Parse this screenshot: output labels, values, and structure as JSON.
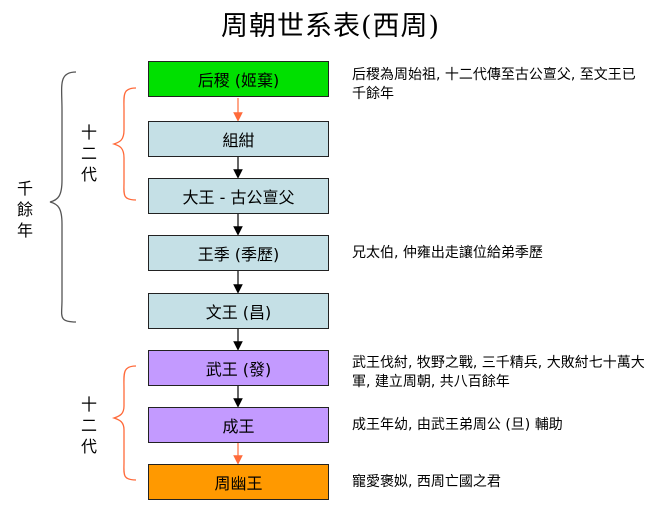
{
  "title": "周朝世系表(西周)",
  "colors": {
    "green": "#00e000",
    "light_blue": "#c5e0e6",
    "purple": "#c39aff",
    "orange": "#ff9900",
    "bracket_orange": "#ff6a3a",
    "bracket_gray": "#555555"
  },
  "nodes": [
    {
      "label": "后稷 (姬棄)",
      "color": "green"
    },
    {
      "label": "組紺",
      "color": "light_blue"
    },
    {
      "label": "大王 - 古公亶父",
      "color": "light_blue"
    },
    {
      "label": "王季 (季歷)",
      "color": "light_blue"
    },
    {
      "label": "文王 (昌)",
      "color": "light_blue"
    },
    {
      "label": "武王 (發)",
      "color": "purple"
    },
    {
      "label": "成王",
      "color": "purple"
    },
    {
      "label": "周幽王",
      "color": "orange"
    }
  ],
  "notes": {
    "houji": "后稷為周始祖, 十二代傳至古公亶父, 至文王已千餘年",
    "wangji": "兄太伯, 仲雍出走讓位給弟季歷",
    "wuwang": "武王伐紂, 牧野之戰, 三千精兵, 大敗紂七十萬大軍, 建立周朝, 共八百餘年",
    "chengwang": "成王年幼, 由武王弟周公 (旦) 輔助",
    "youwang": "寵愛褒姒, 西周亡國之君"
  },
  "brackets": {
    "outer": [
      "千",
      "餘",
      "年"
    ],
    "upper": [
      "十",
      "二",
      "代"
    ],
    "lower": [
      "十",
      "二",
      "代"
    ]
  }
}
